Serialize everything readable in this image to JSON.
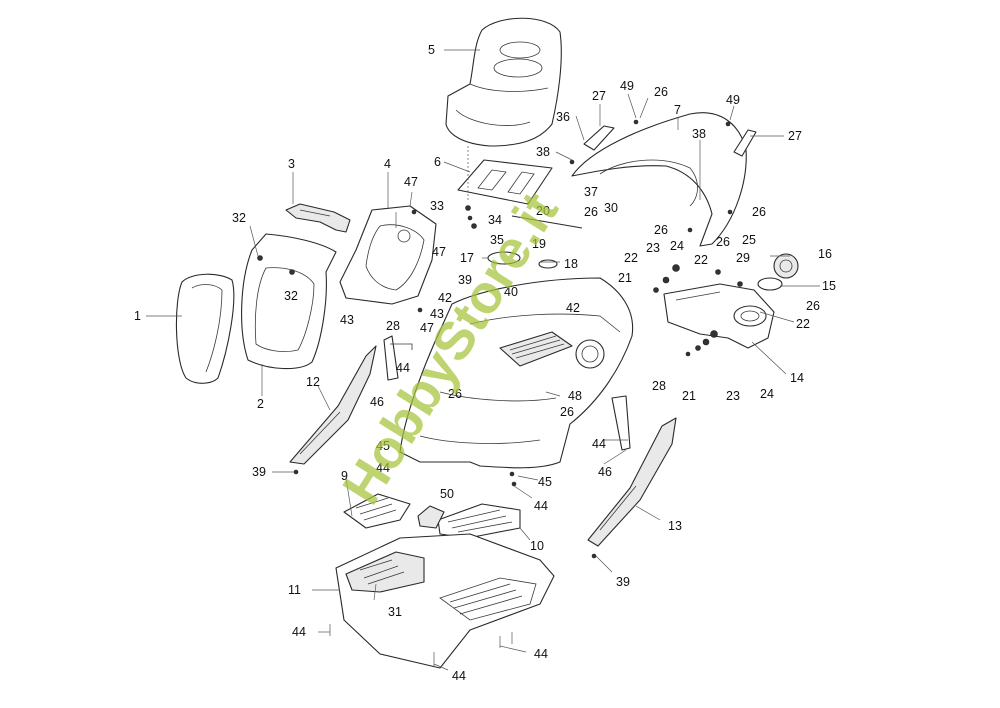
{
  "watermark": "HobbyStore.it",
  "colors": {
    "line": "#2a2a2a",
    "watermark": "#a6c43a",
    "background": "#ffffff"
  },
  "callouts": [
    {
      "id": "c1",
      "text": "1"
    },
    {
      "id": "c2",
      "text": "2"
    },
    {
      "id": "c3",
      "text": "3"
    },
    {
      "id": "c4",
      "text": "4"
    },
    {
      "id": "c5",
      "text": "5"
    },
    {
      "id": "c6",
      "text": "6"
    },
    {
      "id": "c7",
      "text": "7"
    },
    {
      "id": "c9",
      "text": "9"
    },
    {
      "id": "c10",
      "text": "10"
    },
    {
      "id": "c11",
      "text": "11"
    },
    {
      "id": "c12",
      "text": "12"
    },
    {
      "id": "c13",
      "text": "13"
    },
    {
      "id": "c14",
      "text": "14"
    },
    {
      "id": "c15",
      "text": "15"
    },
    {
      "id": "c16",
      "text": "16"
    },
    {
      "id": "c17",
      "text": "17"
    },
    {
      "id": "c18",
      "text": "18"
    },
    {
      "id": "c19",
      "text": "19"
    },
    {
      "id": "c20",
      "text": "20"
    },
    {
      "id": "c21a",
      "text": "21"
    },
    {
      "id": "c21b",
      "text": "21"
    },
    {
      "id": "c22a",
      "text": "22"
    },
    {
      "id": "c22b",
      "text": "22"
    },
    {
      "id": "c22c",
      "text": "22"
    },
    {
      "id": "c23a",
      "text": "23"
    },
    {
      "id": "c23b",
      "text": "23"
    },
    {
      "id": "c24a",
      "text": "24"
    },
    {
      "id": "c24b",
      "text": "24"
    },
    {
      "id": "c25",
      "text": "25"
    },
    {
      "id": "c26a",
      "text": "26"
    },
    {
      "id": "c26b",
      "text": "26"
    },
    {
      "id": "c26c",
      "text": "26"
    },
    {
      "id": "c26d",
      "text": "26"
    },
    {
      "id": "c26e",
      "text": "26"
    },
    {
      "id": "c26f",
      "text": "26"
    },
    {
      "id": "c26g",
      "text": "26"
    },
    {
      "id": "c26h",
      "text": "26"
    },
    {
      "id": "c27a",
      "text": "27"
    },
    {
      "id": "c27b",
      "text": "27"
    },
    {
      "id": "c28a",
      "text": "28"
    },
    {
      "id": "c28b",
      "text": "28"
    },
    {
      "id": "c29",
      "text": "29"
    },
    {
      "id": "c30",
      "text": "30"
    },
    {
      "id": "c31",
      "text": "31"
    },
    {
      "id": "c32a",
      "text": "32"
    },
    {
      "id": "c32b",
      "text": "32"
    },
    {
      "id": "c33",
      "text": "33"
    },
    {
      "id": "c34",
      "text": "34"
    },
    {
      "id": "c35",
      "text": "35"
    },
    {
      "id": "c36",
      "text": "36"
    },
    {
      "id": "c37",
      "text": "37"
    },
    {
      "id": "c38a",
      "text": "38"
    },
    {
      "id": "c38b",
      "text": "38"
    },
    {
      "id": "c39a",
      "text": "39"
    },
    {
      "id": "c39b",
      "text": "39"
    },
    {
      "id": "c39c",
      "text": "39"
    },
    {
      "id": "c40",
      "text": "40"
    },
    {
      "id": "c42a",
      "text": "42"
    },
    {
      "id": "c42b",
      "text": "42"
    },
    {
      "id": "c43a",
      "text": "43"
    },
    {
      "id": "c43b",
      "text": "43"
    },
    {
      "id": "c44a",
      "text": "44"
    },
    {
      "id": "c44b",
      "text": "44"
    },
    {
      "id": "c44c",
      "text": "44"
    },
    {
      "id": "c44d",
      "text": "44"
    },
    {
      "id": "c44e",
      "text": "44"
    },
    {
      "id": "c44f",
      "text": "44"
    },
    {
      "id": "c44g",
      "text": "44"
    },
    {
      "id": "c45a",
      "text": "45"
    },
    {
      "id": "c45b",
      "text": "45"
    },
    {
      "id": "c46a",
      "text": "46"
    },
    {
      "id": "c46b",
      "text": "46"
    },
    {
      "id": "c47a",
      "text": "47"
    },
    {
      "id": "c47b",
      "text": "47"
    },
    {
      "id": "c47c",
      "text": "47"
    },
    {
      "id": "c48",
      "text": "48"
    },
    {
      "id": "c49a",
      "text": "49"
    },
    {
      "id": "c49b",
      "text": "49"
    },
    {
      "id": "c50",
      "text": "50"
    }
  ]
}
